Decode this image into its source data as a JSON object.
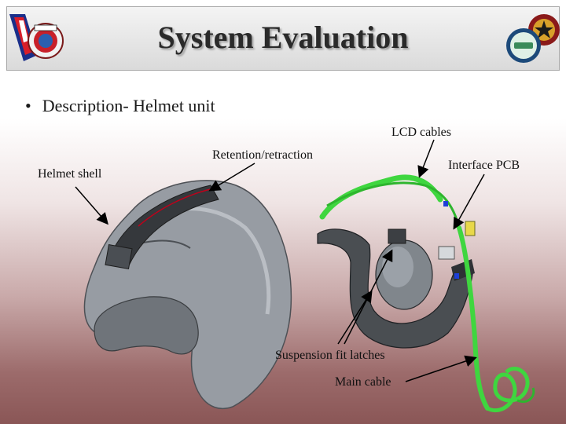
{
  "title": "System Evaluation",
  "bullet": "Description- Helmet unit",
  "labels": {
    "lcd_cables": "LCD cables",
    "retention": "Retention/retraction",
    "helmet_shell": "Helmet shell",
    "interface_pcb": "Interface PCB",
    "suspension": "Suspension fit latches",
    "main_cable": "Main cable"
  },
  "colors": {
    "cable_green": "#3fd63f",
    "helmet_gray": "#8e949b",
    "accent_red": "#c0001a"
  }
}
